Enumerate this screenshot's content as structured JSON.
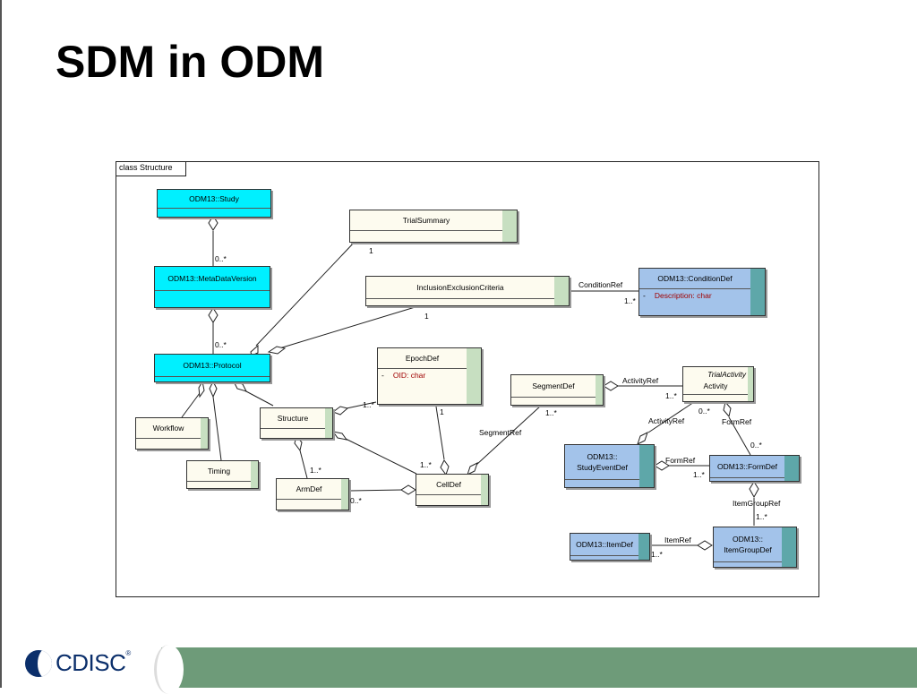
{
  "slide": {
    "title": "SDM in ODM"
  },
  "diagram": {
    "frame_label": "class Structure",
    "classes": {
      "study": "ODM13::Study",
      "metadataversion": "ODM13::MetaDataVersion",
      "protocol": "ODM13::Protocol",
      "trialsummary": "TrialSummary",
      "inclusion": "InclusionExclusionCriteria",
      "conditiondef": {
        "name": "ODM13::ConditionDef",
        "attr_name": "Description",
        "attr_type": "char"
      },
      "epochdef": {
        "name": "EpochDef",
        "attr_name": "OID",
        "attr_type": "char"
      },
      "workflow": "Workflow",
      "timing": "Timing",
      "structure": "Structure",
      "armdef": "ArmDef",
      "celldef": "CellDef",
      "segmentdef": "SegmentDef",
      "activity": {
        "stereotype": "TrialActivity",
        "name": "Activity"
      },
      "studyeventdef": {
        "line1": "ODM13::",
        "line2": "StudyEventDef"
      },
      "formdef": "ODM13::FormDef",
      "itemgroupdef": {
        "line1": "ODM13::",
        "line2": "ItemGroupDef"
      },
      "itemdef": "ODM13::ItemDef"
    },
    "labels": {
      "study_mdv_mult": "0..*",
      "mdv_protocol_mult": "0..*",
      "trialsummary_mult": "1",
      "inclusion_mult": "1",
      "conditionref": "ConditionRef",
      "conditionref_mult": "1..*",
      "epoch_structure_mult": "1..*",
      "epoch_cell_mult": "1",
      "arm_structure_mult": "1..*",
      "arm_cell_mult": "0..*",
      "cell_structure_mult": "1..*",
      "segmentref": "SegmentRef",
      "segmentref_mult": "1..*",
      "activityref_top": "ActivityRef",
      "activityref_top_mult": "1..*",
      "activityref_left": "ActivityRef",
      "activityref_left_mult": "0..*",
      "formref_top": "FormRef",
      "formref_top_mult": "0..*",
      "formref_mid": "FormRef",
      "formref_mid_mult": "1..*",
      "itemgroupref": "ItemGroupRef",
      "itemgroupref_mult": "1..*",
      "itemref": "ItemRef",
      "itemref_mult": "1..*"
    }
  },
  "footer": {
    "logo_text": "CDISC",
    "logo_mark": "®"
  },
  "colors": {
    "odm_cyan": "#00f0ff",
    "odm_blue": "#a3c3ea",
    "sdm_cream": "#fdfbef",
    "footer_green": "#6e9b79",
    "attribute_red": "#a00000"
  }
}
